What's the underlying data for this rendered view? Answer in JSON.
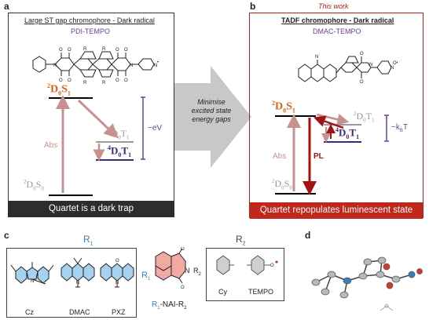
{
  "panel_a": {
    "letter": "a",
    "title": "Large ST gap chromophore - Dark radical",
    "molecule": "PDI-TEMPO",
    "states": {
      "d0s1_pre": "2",
      "d0s1": "D",
      "d0s1_sub0": "0",
      "d0s1_S": "S",
      "d0s1_sub1": "1",
      "d0t1_pre": "2",
      "d0t1": "D",
      "d0t1_sub0": "0",
      "d0t1_T": "T",
      "d0t1_sub1": "1",
      "q_pre": "4",
      "q": "D",
      "q_sub0": "0",
      "q_T": "T",
      "q_sub1": "1",
      "gs_pre": "2",
      "gs": "D",
      "gs_sub0": "0",
      "gs_S": "S",
      "gs_sub1": "0"
    },
    "abs_label": "Abs",
    "gap_label": "~eV",
    "banner": "Quartet is a dark trap"
  },
  "middle_arrow": {
    "line1": "Minimise",
    "line2": "excited state",
    "line3": "energy gaps"
  },
  "panel_b": {
    "letter": "b",
    "this_work": "This work",
    "title": "TADF chromophore - Dark radical",
    "molecule": "DMAC-TEMPO",
    "states": {
      "d0s1_pre": "2",
      "d0s1": "D",
      "d0s1_sub0": "0",
      "d0s1_S": "S",
      "d0s1_sub1": "1",
      "d0t1_pre": "2",
      "d0t1": "D",
      "d0t1_sub0": "0",
      "d0t1_T": "T",
      "d0t1_sub1": "1",
      "q_pre": "4",
      "q": "D",
      "q_sub0": "0",
      "q_T": "T",
      "q_sub1": "1",
      "gs_pre": "2",
      "gs": "D",
      "gs_sub0": "0",
      "gs_S": "S",
      "gs_sub1": "0"
    },
    "abs_label": "Abs",
    "pl_label": "PL",
    "gap_label": "~k",
    "gap_sub": "B",
    "gap_tail": "T",
    "banner": "Quartet repopulates luminescent state"
  },
  "panel_c": {
    "letter": "c",
    "r1_label": "R",
    "r1_sub": "1",
    "donors": [
      "Cz",
      "DMAC",
      "PXZ"
    ],
    "core_r1": "R",
    "core_r1_sub": "1",
    "core_n": "N",
    "core_r2": "R",
    "core_r2_sub": "2",
    "core_name_r1": "R",
    "core_name_r1_sub": "1",
    "core_name_mid": "-NAI-",
    "core_name_r2": "R",
    "core_name_r2_sub": "2",
    "r2_label": "R",
    "r2_sub": "2",
    "acceptors": [
      "Cy",
      "TEMPO"
    ]
  },
  "panel_d": {
    "letter": "d"
  },
  "colors": {
    "orange": "#d4661c",
    "purple": "#6a3fa0",
    "red_frame": "#b22222",
    "banner_dark": "#2d2d2d",
    "banner_red": "#c0281e",
    "pink_arrow": "#c9918d",
    "dark_red": "#a11313",
    "blue": "#3a7dc0",
    "light_blue": "#a6d2ef",
    "salmon": "#f2a9a2",
    "grey_text": "#999999"
  }
}
